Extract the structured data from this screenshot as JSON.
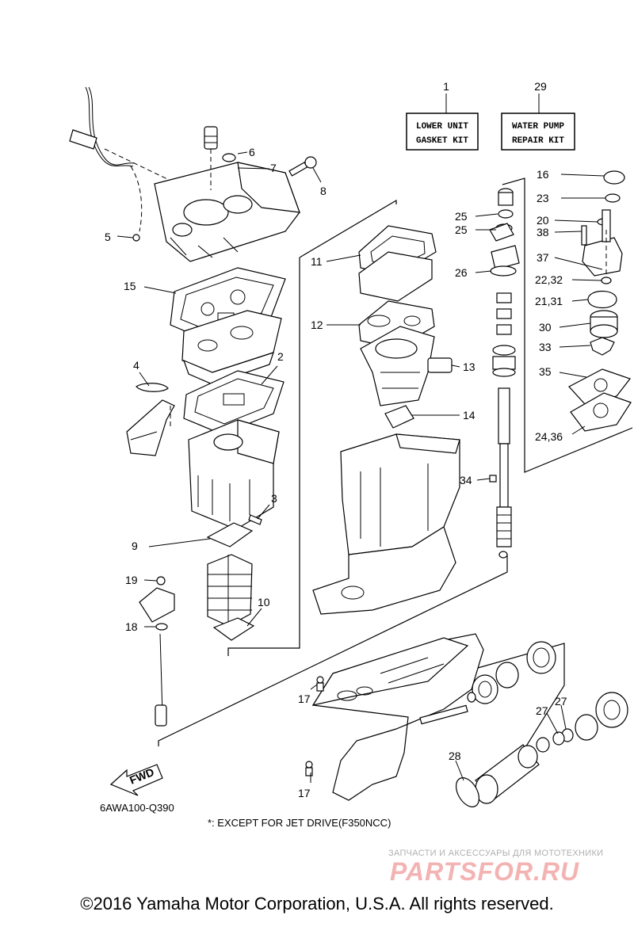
{
  "kits": [
    {
      "number": "1",
      "line1": "LOWER UNIT",
      "line2": "GASKET KIT"
    },
    {
      "number": "29",
      "line1": "WATER PUMP",
      "line2": "REPAIR KIT"
    }
  ],
  "callouts": [
    "5",
    "6",
    "7",
    "8",
    "15",
    "4",
    "2",
    "3",
    "9",
    "19",
    "18",
    "10",
    "11",
    "12",
    "13",
    "14",
    "16",
    "23",
    "20",
    "38",
    "37",
    "22,32",
    "21,31",
    "30",
    "33",
    "35",
    "24,36",
    "25",
    "25",
    "26",
    "34",
    "17",
    "17",
    "27",
    "27",
    "28"
  ],
  "fwd_label": "FWD",
  "diagram_code": "6AWA100-Q390",
  "footnote": "*: EXCEPT FOR JET DRIVE(F350NCC)",
  "watermark": {
    "tagline": "ЗАПЧАСТИ И АКСЕССУАРЫ ДЛЯ МОТОТЕХНИКИ",
    "logo": "PARTSFOR.RU"
  },
  "copyright": "©2016 Yamaha Motor Corporation, U.S.A. All rights reserved."
}
